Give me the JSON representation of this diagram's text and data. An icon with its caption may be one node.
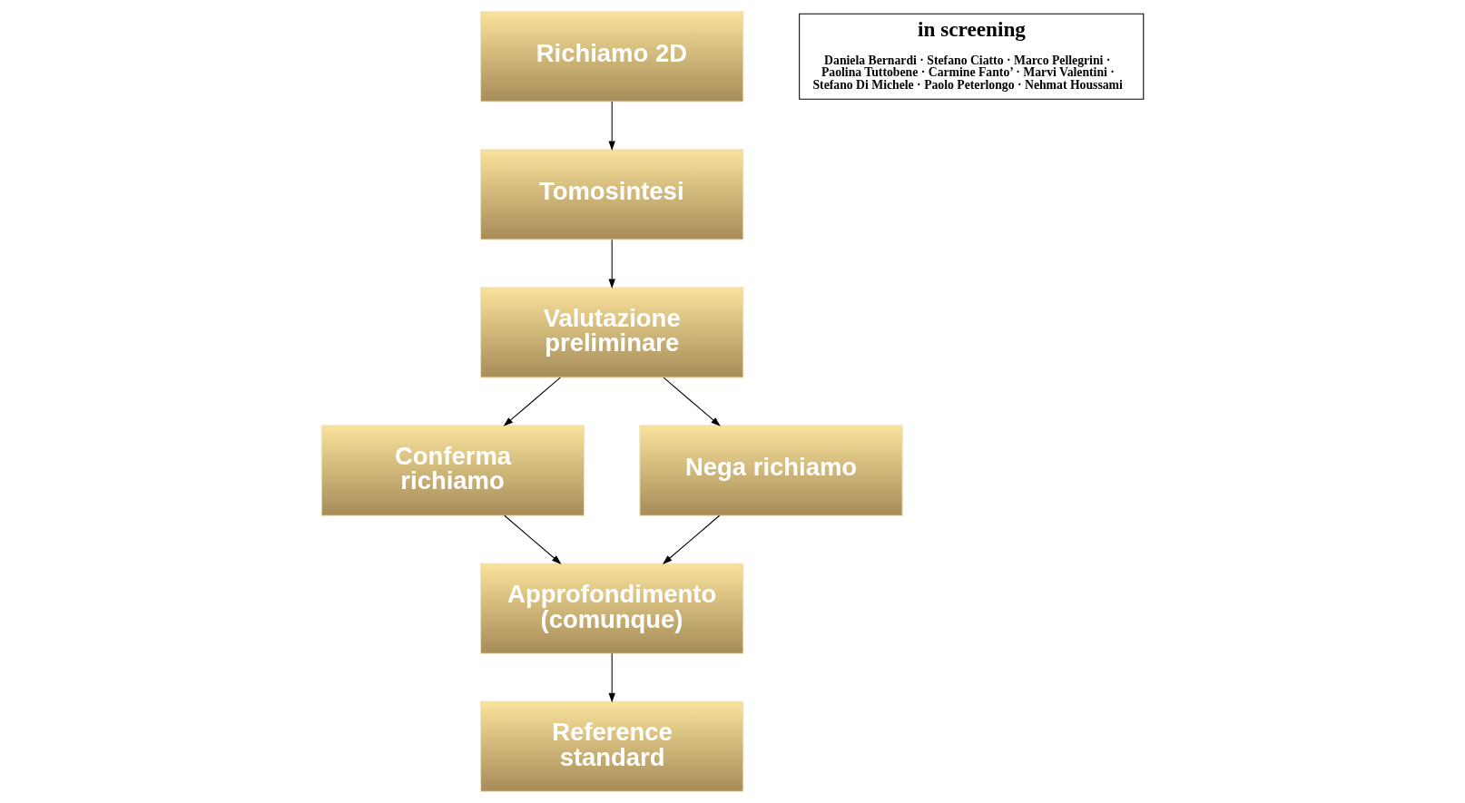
{
  "diagram": {
    "nodes": [
      {
        "text": [
          "Richiamo 2D"
        ]
      },
      {
        "text": [
          "in screening",
          "Daniela Bernardi · Stefano Ciatto · Marco Pellegrini · Paolina Tuttobene · Carmine Fanto’ · Marvi Valentini · Stefano Di Michele · Paolo Peterlongo · Nehmat Houssami"
        ]
      },
      {
        "text": [
          "Tomosintesi"
        ]
      },
      {
        "text": [
          "Valutazione preliminare"
        ]
      },
      {
        "text": [
          "Conferma richiamo"
        ]
      },
      {
        "text": [
          "Nega richiamo"
        ]
      },
      {
        "text": [
          "Approfondimento (comunque)"
        ]
      },
      {
        "text": [
          "Reference standard"
        ]
      }
    ],
    "edges": [
      {
        "from": 0,
        "to": 2,
        "arrow": "to"
      },
      {
        "from": 2,
        "to": 3,
        "arrow": "to"
      },
      {
        "from": 3,
        "to": 4,
        "arrow": "to"
      },
      {
        "from": 3,
        "to": 5,
        "arrow": "to"
      },
      {
        "from": 4,
        "to": 6,
        "arrow": "to"
      },
      {
        "from": 5,
        "to": 6,
        "arrow": "to"
      },
      {
        "from": 6,
        "to": 7,
        "arrow": "to"
      }
    ]
  }
}
